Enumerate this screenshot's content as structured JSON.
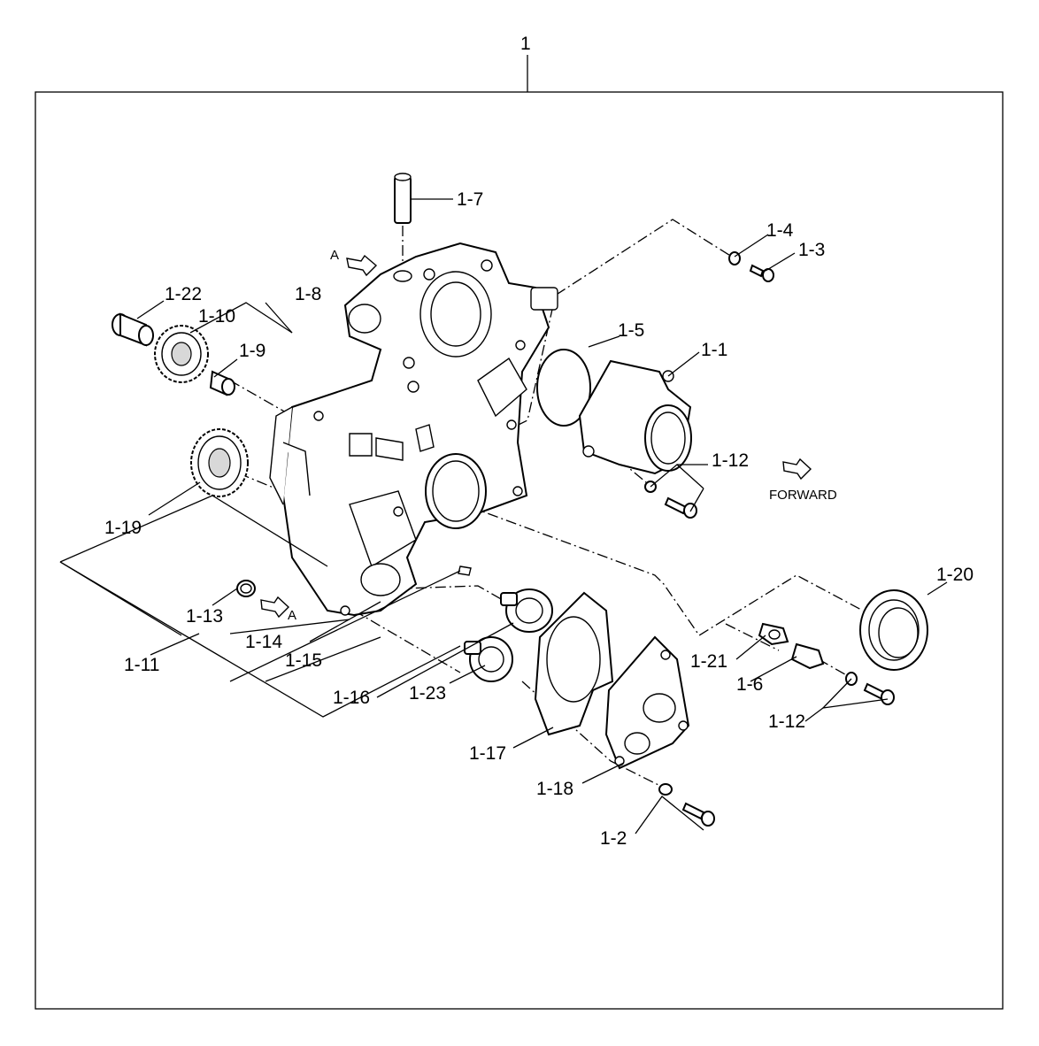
{
  "diagram": {
    "assembly_label": "1",
    "view_label_a_top": "A",
    "view_label_a_bottom": "A",
    "direction_label": "FORWARD",
    "callouts": {
      "c1_1": "1-1",
      "c1_2": "1-2",
      "c1_3": "1-3",
      "c1_4": "1-4",
      "c1_5": "1-5",
      "c1_6": "1-6",
      "c1_7": "1-7",
      "c1_8": "1-8",
      "c1_9": "1-9",
      "c1_10": "1-10",
      "c1_11": "1-11",
      "c1_12a": "1-12",
      "c1_12b": "1-12",
      "c1_13": "1-13",
      "c1_14": "1-14",
      "c1_15": "1-15",
      "c1_16": "1-16",
      "c1_17": "1-17",
      "c1_18": "1-18",
      "c1_19": "1-19",
      "c1_20": "1-20",
      "c1_21": "1-21",
      "c1_22": "1-22",
      "c1_23": "1-23"
    }
  }
}
